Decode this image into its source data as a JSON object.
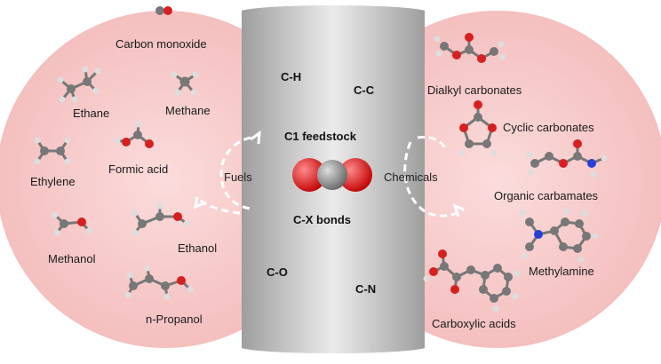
{
  "center": {
    "title": "C1 feedstock",
    "bonds": "C-X bonds",
    "bond_ch": "C-H",
    "bond_cc": "C-C",
    "bond_co": "C-O",
    "bond_cn": "C-N"
  },
  "fuels": {
    "label": "Fuels",
    "molecules": [
      "Carbon monoxide",
      "Ethane",
      "Methane",
      "Formic acid",
      "Ethylene",
      "Methanol",
      "Ethanol",
      "n-Propanol"
    ]
  },
  "chemicals": {
    "label": "Chemicals",
    "molecules": [
      "Dialkyl carbonates",
      "Cyclic carbonates",
      "Organic carbamates",
      "Methylamine",
      "Carboxylic acids"
    ]
  },
  "colors": {
    "left_lobe": "#f8c9c9",
    "right_lobe": "#f8c9c9",
    "center": "#cfcfcf",
    "oxygen": "#d81f1f",
    "carbon": "#8a8a8a",
    "hydrogen": "#e8e8e8",
    "nitrogen": "#2a3fd6"
  }
}
